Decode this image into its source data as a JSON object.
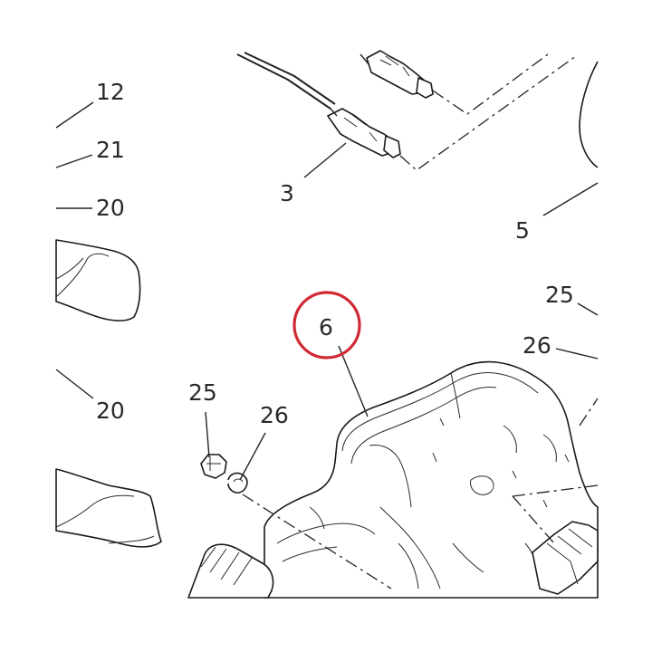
{
  "diagram": {
    "highlight_color": "#d12a35",
    "line_color": "#222222",
    "callouts": [
      {
        "id": "c12",
        "text": "12"
      },
      {
        "id": "c21",
        "text": "21"
      },
      {
        "id": "c20a",
        "text": "20"
      },
      {
        "id": "c20b",
        "text": "20"
      },
      {
        "id": "c3",
        "text": "3"
      },
      {
        "id": "c5",
        "text": "5"
      },
      {
        "id": "c25a",
        "text": "25"
      },
      {
        "id": "c26a",
        "text": "26"
      },
      {
        "id": "c25b",
        "text": "25"
      },
      {
        "id": "c26b",
        "text": "26"
      },
      {
        "id": "c6",
        "text": "6",
        "highlighted": true
      }
    ]
  }
}
